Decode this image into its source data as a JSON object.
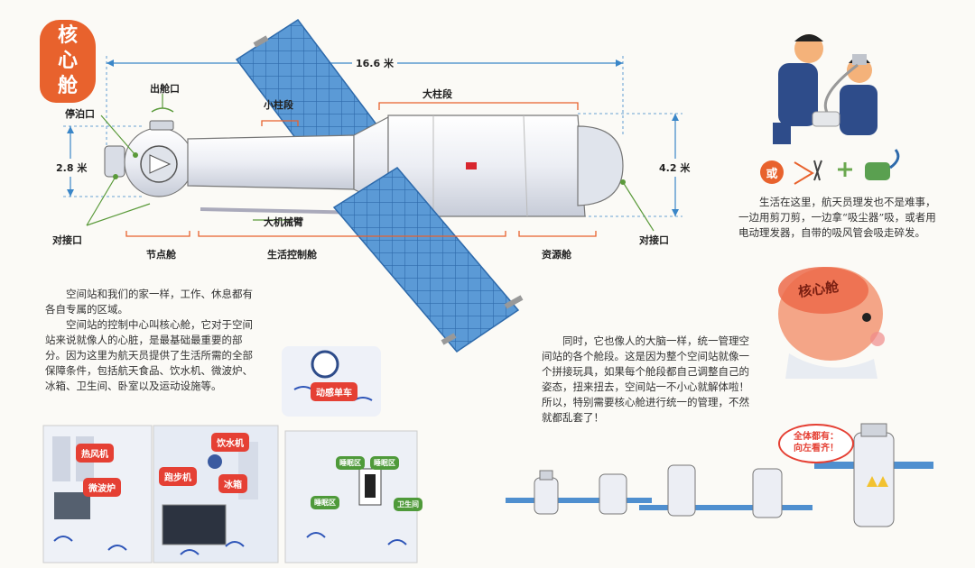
{
  "title": {
    "chars": [
      "核",
      "心",
      "舱"
    ]
  },
  "dimensions": {
    "length": "16.6 米",
    "diameter_small": "2.8 米",
    "diameter_large": "4.2 米"
  },
  "labels": {
    "hatch_exit": "出舱口",
    "mooring_port": "停泊口",
    "docking_port_left": "对接口",
    "docking_port_right": "对接口",
    "small_column": "小柱段",
    "large_column": "大柱段",
    "robotic_arm": "大机械臂",
    "node_cabin": "节点舱",
    "living_control_cabin": "生活控制舱",
    "resource_cabin": "资源舱"
  },
  "text": {
    "left_p1": "空间站和我们的家一样，工作、休息都有各自专属的区域。",
    "left_p2": "空间站的控制中心叫核心舱，它对于空间站来说就像人的心脏，是最基础最重要的部分。因为这里为航天员提供了生活所需的全部保障条件，包括航天食品、饮水机、微波炉、冰箱、卫生间、卧室以及运动设施等。",
    "right_top": "生活在这里，航天员理发也不是难事，一边用剪刀剪，一边拿“吸尘器”吸，或者用电动理发器，自带的吸风管会吸走碎发。",
    "right_mid": "同时，它也像人的大脑一样，统一管理空间站的各个舱段。这是因为整个空间站就像一个拼接玩具，如果每个舱段都自己调整自己的姿态，扭来扭去，空间站一不小心就解体啦！所以，特别需要核心舱进行统一的管理，不然就都乱套了！",
    "or": "或",
    "brain_label": "核心舱"
  },
  "tags": {
    "bike": "动感单车",
    "hot_air": "热风机",
    "microwave": "微波炉",
    "water": "饮水机",
    "treadmill": "跑步机",
    "fridge": "冰箱",
    "sleep1": "睡眠区",
    "sleep2": "睡眠区",
    "sleep3": "睡眠区",
    "toilet": "卫生间"
  },
  "speech": {
    "line1": "全体都有：",
    "line2": "向左看齐！"
  },
  "colors": {
    "accent": "#e8622d",
    "tag_red": "#e54034",
    "panel_blue": "#4f8fcf",
    "station_grey": "#e9ecf2",
    "dim_blue": "#3a86c8",
    "orange_line": "#e8622d"
  }
}
